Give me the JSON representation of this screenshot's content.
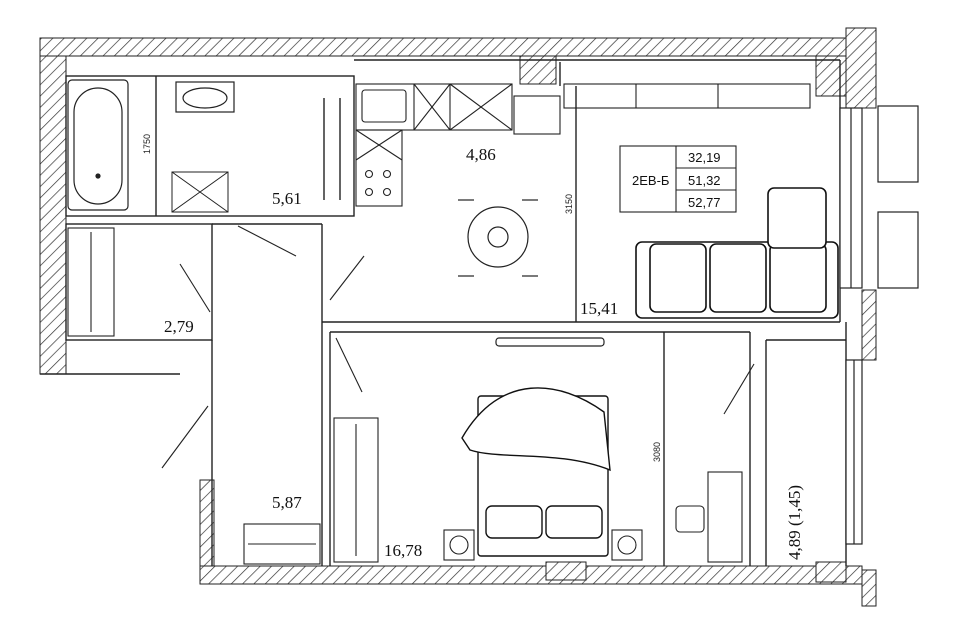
{
  "plan": {
    "type_code": "2ЕВ-Б",
    "areas": {
      "living": "32,19",
      "total": "51,32",
      "total_with_balcony": "52,77"
    },
    "rooms": {
      "bathroom": "5,61",
      "kitchen": "4,86",
      "living_room": "15,41",
      "closet": "2,79",
      "hallway": "5,87",
      "bedroom": "16,78",
      "balcony": "4,89 (1,45)"
    },
    "dimensions": {
      "bathroom_width": "1750",
      "kitchen_length": "3150",
      "bedroom_length": "3080"
    }
  }
}
